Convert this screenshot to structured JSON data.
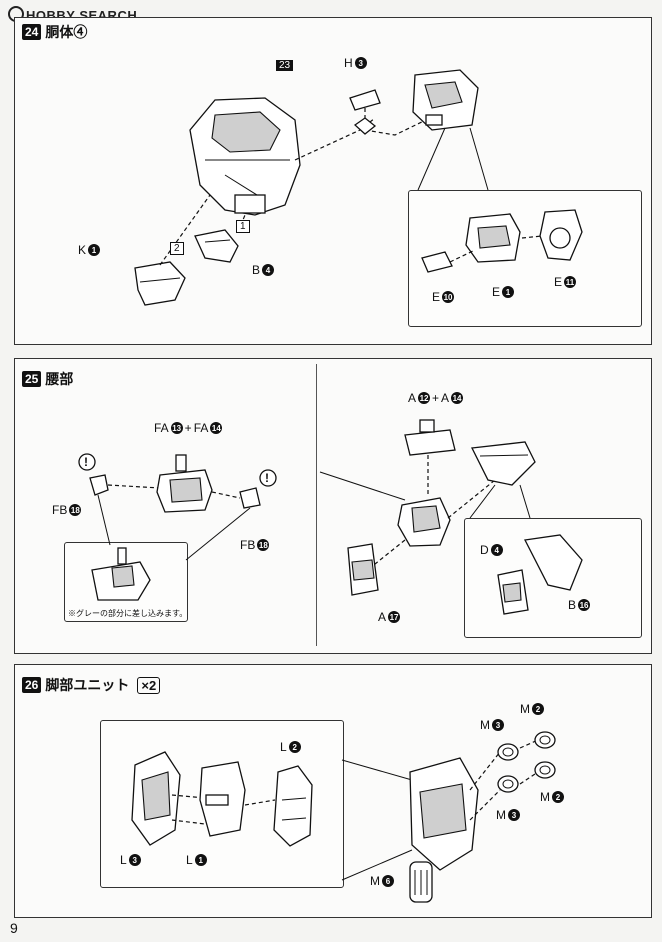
{
  "watermark": "HOBBY SEARCH",
  "page_number": "9",
  "step24": {
    "number": "24",
    "title": "胴体④",
    "labels": {
      "ref23": "23",
      "h": "H",
      "h_num": "3",
      "one": "1",
      "two": "2",
      "k": "K",
      "k_num": "1",
      "b": "B",
      "b_num": "4",
      "e10": "E",
      "e10_num": "10",
      "e1": "E",
      "e1_num": "1",
      "e11": "E",
      "e11_num": "11"
    }
  },
  "step25": {
    "number": "25",
    "title": "腰部",
    "labels": {
      "fa_top": "FA",
      "fa_top_num": "13",
      "plus1": "+",
      "fa_top2": "FA",
      "fa_top2_num": "14",
      "fb_left": "FB",
      "fb_left_num": "18",
      "fb_right": "FB",
      "fb_right_num": "18",
      "a_top": "A",
      "a_top_num": "12",
      "plus2": "+",
      "a_top2": "A",
      "a_top2_num": "14",
      "a17": "A",
      "a17_num": "17",
      "d": "D",
      "d_num": "4",
      "b16": "B",
      "b16_num": "16",
      "excl": "!"
    },
    "note": "※グレーの部分に差し込みます。"
  },
  "step26": {
    "number": "26",
    "title": "脚部ユニット",
    "multiplier": "×2",
    "labels": {
      "l2": "L",
      "l2_num": "2",
      "l3": "L",
      "l3_num": "3",
      "l1": "L",
      "l1_num": "1",
      "m3a": "M",
      "m3a_num": "3",
      "m2a": "M",
      "m2a_num": "2",
      "m3b": "M",
      "m3b_num": "3",
      "m2b": "M",
      "m2b_num": "2",
      "m6": "M",
      "m6_num": "6"
    }
  }
}
